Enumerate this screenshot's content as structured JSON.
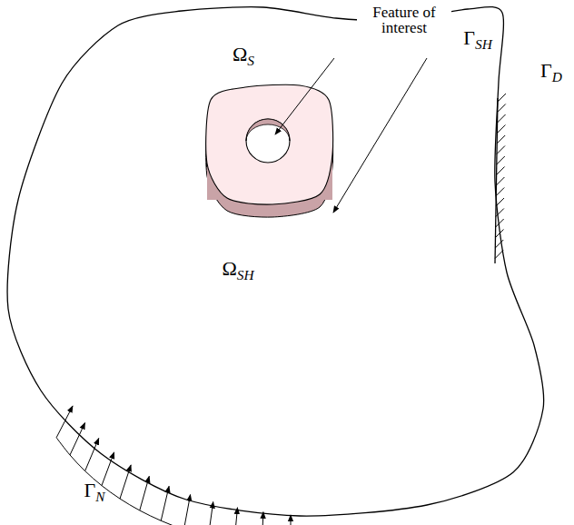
{
  "diagram": {
    "labels": [
      "Feature of interest",
      "ΩS",
      "ΓSH",
      "ΓD",
      "ΩSH",
      "ΓN"
    ]
  }
}
